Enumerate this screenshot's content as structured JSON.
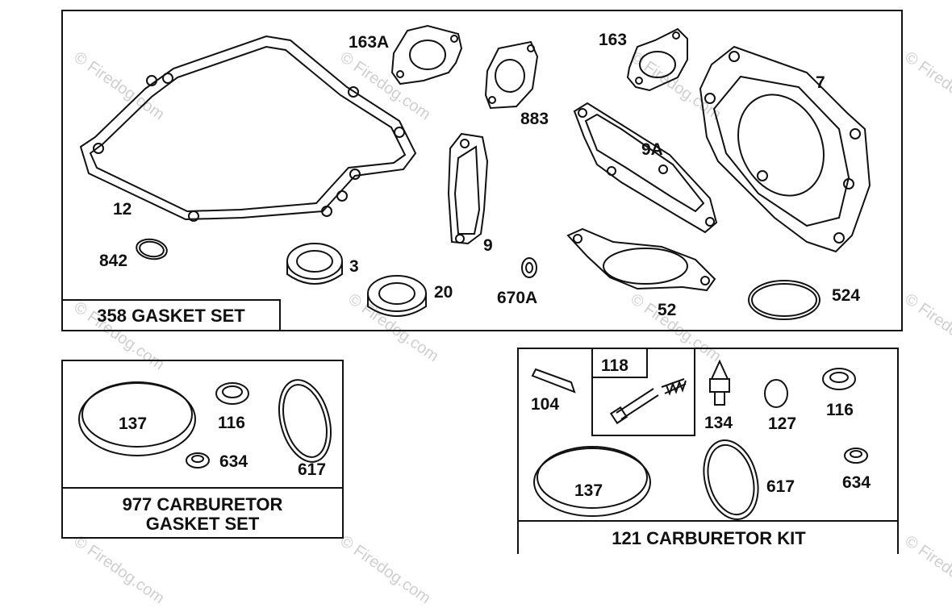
{
  "watermark": {
    "text": "© Firedog.com"
  },
  "panels": {
    "gasket_set": {
      "title": "358 GASKET SET"
    },
    "carb_gasket_set": {
      "title_line1": "977 CARBURETOR",
      "title_line2": "GASKET SET"
    },
    "carb_kit": {
      "title": "121 CARBURETOR KIT",
      "inner_title": "118"
    }
  },
  "part_labels": {
    "p163A": "163A",
    "p163": "163",
    "p883": "883",
    "p7": "7",
    "p9A": "9A",
    "p12": "12",
    "p9": "9",
    "p842": "842",
    "p3": "3",
    "p20": "20",
    "p670A": "670A",
    "p52": "52",
    "p524": "524",
    "c137": "137",
    "c116": "116",
    "c634": "634",
    "c617": "617",
    "k104": "104",
    "k134": "134",
    "k127": "127",
    "k116": "116",
    "k137": "137",
    "k617": "617",
    "k634": "634"
  }
}
